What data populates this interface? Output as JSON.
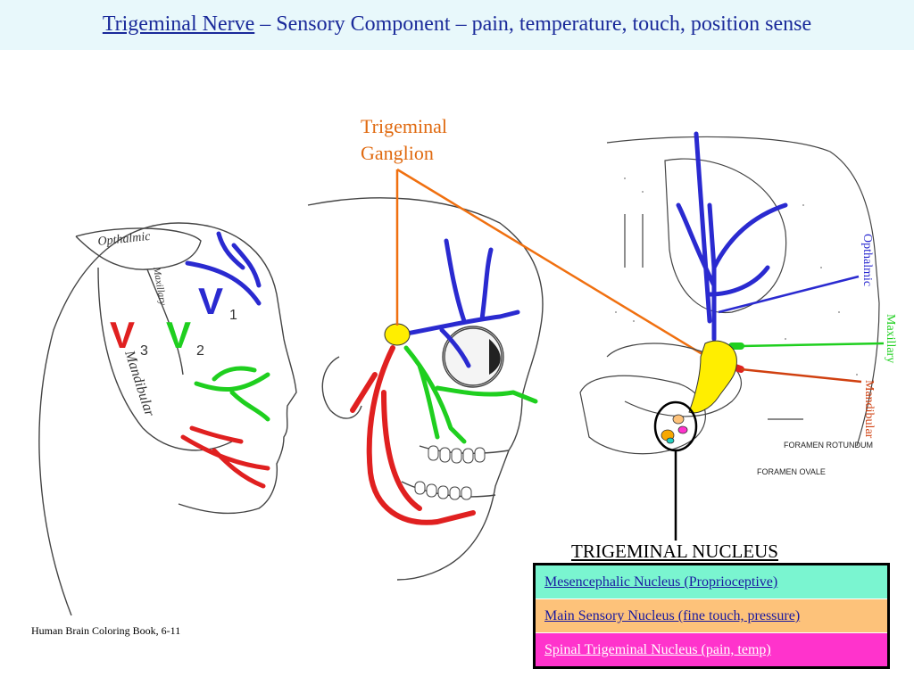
{
  "title": {
    "link_text": "Trigeminal Nerve",
    "rest": " – Sensory Component – pain, temperature, touch, position sense"
  },
  "face_regions": {
    "opthalmic": "Opthalmic",
    "maxillary": "Maxillary",
    "mandibular": "Mandibular",
    "v1": "V",
    "v1_sub": "1",
    "v2": "V",
    "v2_sub": "2",
    "v3": "V",
    "v3_sub": "3"
  },
  "ganglion_label": "Trigeminal Ganglion",
  "branch_labels": {
    "opthalmic": "Opthalmic",
    "maxillary": "Maxillary",
    "mandibular": "Mandibular"
  },
  "foramen": {
    "rotundum": "FORAMEN ROTUNDUM",
    "ovale": "FORAMEN OVALE"
  },
  "nucleus": {
    "heading": "TRIGEMINAL NUCLEUS",
    "rows": [
      {
        "text": "Mesencephalic Nucleus (Proprioceptive)",
        "color": "#7af5d0",
        "text_color": "#1a1aa0"
      },
      {
        "text": "Main Sensory Nucleus (fine touch, pressure)",
        "color": "#fdc27a",
        "text_color": "#1a1aa0"
      },
      {
        "text": "Spinal Trigeminal Nucleus (pain, temp)",
        "color": "#ff33cc",
        "text_color": "#ffffff"
      }
    ]
  },
  "credit": "Human Brain Coloring Book, 6-11",
  "colors": {
    "ophthalmic": "#2a2ad0",
    "maxillary": "#1fcf1f",
    "mandibular": "#e02020",
    "ganglion": "#ffee00",
    "pointer": "#f07010"
  }
}
